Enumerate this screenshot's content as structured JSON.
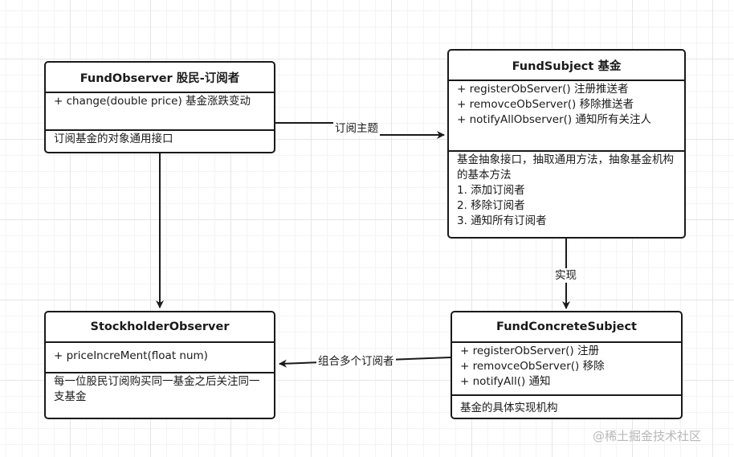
{
  "fund_observer": {
    "title": "FundObserver 股民-订阅者",
    "methods": [
      "+ change(double price) 基金涨跌变动"
    ],
    "description": [
      "订阅基金的对象通用接口"
    ]
  },
  "fund_subject": {
    "title": "FundSubject 基金",
    "methods": [
      "+ registerObServer() 注册推送者",
      "+ removceObServer() 移除推送者",
      "+ notifyAllObserver() 通知所有关注人"
    ],
    "description": [
      "基金抽象接口，抽取通用方法，抽象基金机构的基本方法",
      "1. 添加订阅者",
      "2. 移除订阅者",
      "3. 通知所有订阅者"
    ]
  },
  "stockholder_observer": {
    "title": "StockholderObserver",
    "methods": [
      "+ priceIncreMent(float num)"
    ],
    "description": [
      "每一位股民订阅购买同一基金之后关注同一支基金"
    ]
  },
  "fund_concrete_subject": {
    "title": "FundConcreteSubject",
    "methods": [
      "+ registerObServer() 注册",
      "+ removceObServer() 移除",
      "+ notifyAll() 通知"
    ],
    "description": [
      "基金的具体实现机构"
    ]
  },
  "edges": {
    "subscribe_label": "订阅主题",
    "implement_label": "实现",
    "compose_label": "组合多个订阅者"
  },
  "watermark": "@稀土掘金技术社区",
  "colors": {
    "stroke": "#1a1a1a",
    "grid": "#e6e6e6",
    "background": "#ffffff",
    "watermark": "#b8b8b8"
  }
}
